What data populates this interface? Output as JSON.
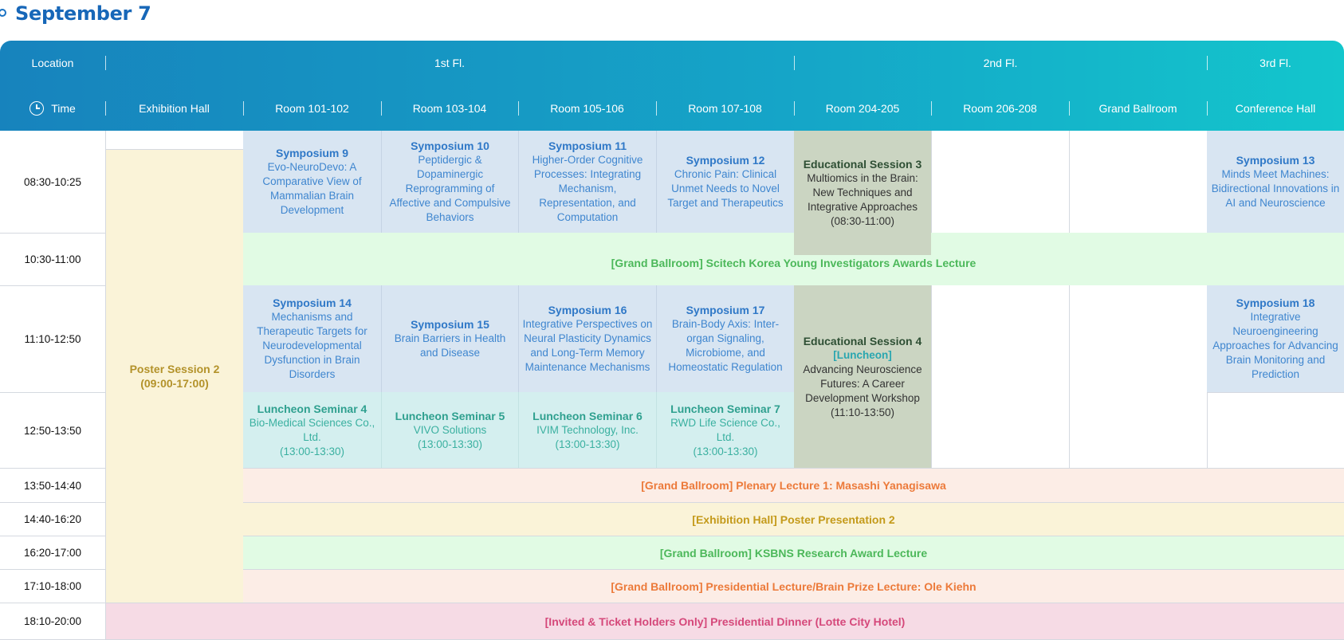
{
  "page_title": "September 7",
  "header": {
    "location_label": "Location",
    "time_label": "Time",
    "floors": [
      "1st Fl.",
      "2nd Fl.",
      "3rd Fl."
    ],
    "rooms": [
      "Exhibition Hall",
      "Room 101-102",
      "Room 103-104",
      "Room 105-106",
      "Room 107-108",
      "Room 204-205",
      "Room 206-208",
      "Grand Ballroom",
      "Conference Hall"
    ]
  },
  "times": [
    "08:30-10:25",
    "10:30-11:00",
    "11:10-12:50",
    "12:50-13:50",
    "13:50-14:40",
    "14:40-16:20",
    "16:20-17:00",
    "17:10-18:00",
    "18:10-20:00"
  ],
  "sessions": {
    "poster": {
      "title": "Poster Session 2",
      "time": "(09:00-17:00)"
    },
    "sym9": {
      "title": "Symposium 9",
      "desc": "Evo-NeuroDevo: A Comparative View of Mammalian Brain Development"
    },
    "sym10": {
      "title": "Symposium 10",
      "desc": "Peptidergic & Dopaminergic Reprogramming of Affective and Compulsive Behaviors"
    },
    "sym11": {
      "title": "Symposium 11",
      "desc": "Higher-Order Cognitive Processes: Integrating Mechanism, Representation, and Computation"
    },
    "sym12": {
      "title": "Symposium 12",
      "desc": "Chronic Pain: Clinical Unmet Needs to Novel Target and Therapeutics"
    },
    "edu3": {
      "title": "Educational Session 3",
      "desc": "Multiomics in the Brain: New Techniques and Integrative Approaches",
      "time": "(08:30-11:00)"
    },
    "sym13": {
      "title": "Symposium 13",
      "desc": "Minds Meet Machines: Bidirectional Innovations in AI and Neuroscience"
    },
    "award_lecture": "[Grand Ballroom] Scitech Korea Young Investigators Awards Lecture",
    "sym14": {
      "title": "Symposium 14",
      "desc": "Mechanisms and Therapeutic Targets for Neurodevelopmental Dysfunction in Brain Disorders"
    },
    "sym15": {
      "title": "Symposium 15",
      "desc": "Brain Barriers in Health and Disease"
    },
    "sym16": {
      "title": "Symposium 16",
      "desc": "Integrative Perspectives on Neural Plasticity Dynamics and Long-Term Memory Maintenance Mechanisms"
    },
    "sym17": {
      "title": "Symposium 17",
      "desc": "Brain-Body Axis: Inter-organ Signaling, Microbiome, and Homeostatic Regulation"
    },
    "edu4": {
      "title": "Educational Session 4",
      "tag": "[Luncheon]",
      "desc": "Advancing Neuroscience Futures: A Career Development Workshop",
      "time": "(11:10-13:50)"
    },
    "sym18": {
      "title": "Symposium 18",
      "desc": "Integrative Neuroengineering Approaches for Advancing Brain Monitoring and Prediction"
    },
    "lun4": {
      "title": "Luncheon Seminar 4",
      "desc": "Bio-Medical Sciences Co., Ltd.",
      "time": "(13:00-13:30)"
    },
    "lun5": {
      "title": "Luncheon Seminar 5",
      "desc": "VIVO Solutions",
      "time": "(13:00-13:30)"
    },
    "lun6": {
      "title": "Luncheon Seminar 6",
      "desc": "IVIM Technology, Inc.",
      "time": "(13:00-13:30)"
    },
    "lun7": {
      "title": "Luncheon Seminar 7",
      "desc": "RWD Life Science Co., Ltd.",
      "time": "(13:00-13:30)"
    },
    "plenary": "[Grand Ballroom] Plenary Lecture 1: Masashi Yanagisawa",
    "poster_presentation": "[Exhibition Hall] Poster Presentation 2",
    "ksbns_award": "[Grand Ballroom] KSBNS Research Award Lecture",
    "presidential_lecture": "[Grand Ballroom] Presidential Lecture/Brain Prize Lecture: Ole Kiehn",
    "dinner": "[Invited & Ticket Holders Only] Presidential Dinner (Lotte City Hotel)"
  }
}
